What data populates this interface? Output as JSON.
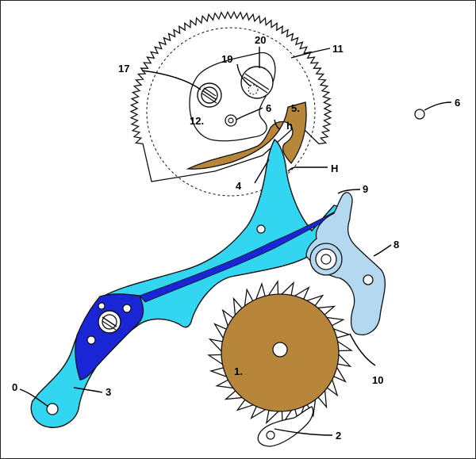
{
  "diagram": {
    "colors": {
      "cyan_lever": "#33d6f0",
      "blue_plate": "#1a25d6",
      "brown_wheel": "#b8863a",
      "light_blue_part": "#b4d8f0",
      "outline": "#111111",
      "background": "#ffffff"
    },
    "labels": {
      "l0": "0",
      "l1": "1.",
      "l2": "2",
      "l3": "3",
      "l4": "4",
      "l5": "5.",
      "l6a": "6",
      "l6b": "6",
      "l8": "8",
      "l9": "9",
      "l10": "10",
      "l11": "11",
      "l12": "12.",
      "l17": "17",
      "l19": "19",
      "l20": "20",
      "lh": "h",
      "lH": "H"
    }
  }
}
